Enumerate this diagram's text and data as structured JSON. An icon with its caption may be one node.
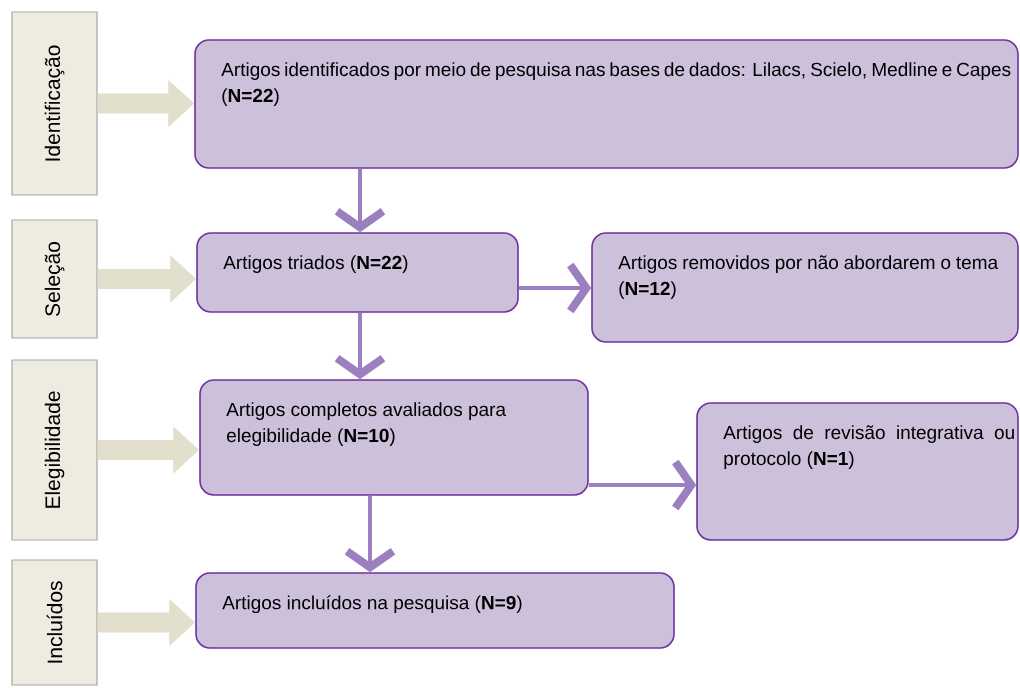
{
  "diagram": {
    "nodes": [
      {
        "text": [
          "Identificação"
        ]
      },
      {
        "text": [
          "Artigos identificados por meio de pesquisa nas bases de dados: Lilacs, Scielo, Medline e Capes (**N=22**)"
        ]
      },
      {
        "text": [
          "Seleção"
        ]
      },
      {
        "text": [
          "Artigos triados (**N=22**)"
        ]
      },
      {
        "text": [
          "Artigos removidos por não abordarem o tema (**N=12**)"
        ]
      },
      {
        "text": [
          "Elegibilidade"
        ]
      },
      {
        "text": [
          "Artigos completos avaliados para elegibilidade (**N=10**)"
        ]
      },
      {
        "text": [
          "Artigos de revisão integrativa ou protocolo (**N=1**)"
        ]
      },
      {
        "text": [
          "Incluídos"
        ]
      },
      {
        "text": [
          "Artigos incluídos na pesquisa (**N=9**)"
        ]
      }
    ],
    "edges": [
      {
        "from": 0,
        "to": 1,
        "arrow": "to",
        "style": "thick",
        "color": "#e2dfcc"
      },
      {
        "from": 1,
        "to": 3,
        "arrow": "to"
      },
      {
        "from": 2,
        "to": 3,
        "arrow": "to",
        "style": "thick",
        "color": "#e2dfcc"
      },
      {
        "from": 3,
        "to": 4,
        "arrow": "to"
      },
      {
        "from": 3,
        "to": 6,
        "arrow": "to"
      },
      {
        "from": 5,
        "to": 6,
        "arrow": "to",
        "style": "thick",
        "color": "#e2dfcc"
      },
      {
        "from": 6,
        "to": 7,
        "arrow": "to"
      },
      {
        "from": 6,
        "to": 9,
        "arrow": "to"
      },
      {
        "from": 8,
        "to": 9,
        "arrow": "to",
        "style": "thick",
        "color": "#e2dfcc"
      }
    ]
  }
}
